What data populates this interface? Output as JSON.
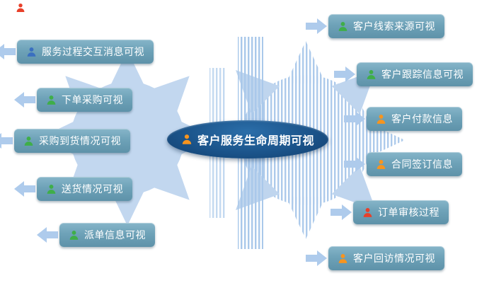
{
  "center": {
    "label": "客户服务生命周期可视",
    "icon": "person-icon",
    "icon_color": "#f7941e"
  },
  "stray_icon": {
    "icon": "person-icon",
    "icon_color": "#e8402a"
  },
  "left": {
    "items": [
      {
        "label": "服务过程交互消息可视",
        "icon": "person-icon",
        "icon_color": "#3a6fc0"
      },
      {
        "label": "下单采购可视",
        "icon": "person-icon",
        "icon_color": "#3fae49"
      },
      {
        "label": "采购到货情况可视",
        "icon": "person-icon",
        "icon_color": "#3fae49"
      },
      {
        "label": "送货情况可视",
        "icon": "person-icon",
        "icon_color": "#3fae49"
      },
      {
        "label": "派单信息可视",
        "icon": "person-icon",
        "icon_color": "#3fae49"
      }
    ]
  },
  "right": {
    "items": [
      {
        "label": "客户线索来源可视",
        "icon": "person-icon",
        "icon_color": "#3fae49"
      },
      {
        "label": "客户跟踪信息可视",
        "icon": "person-icon",
        "icon_color": "#3fae49"
      },
      {
        "label": "客户付款信息",
        "icon": "person-icon",
        "icon_color": "#f7941e"
      },
      {
        "label": "合同签订信息",
        "icon": "person-icon",
        "icon_color": "#f7941e"
      },
      {
        "label": "订单审核过程",
        "icon": "person-icon",
        "icon_color": "#e8402a"
      },
      {
        "label": "客户回访情况可视",
        "icon": "person-icon",
        "icon_color": "#f7941e"
      }
    ]
  },
  "colors": {
    "chip_bg_top": "#86b5c9",
    "chip_bg_bottom": "#5e92a9",
    "center_bg": "#1a5288",
    "decor_solid_blue": "#bcd3ee",
    "decor_stripe_blue": "#a9c8ea",
    "arrow_blue": "#aecbec",
    "text_white": "#ffffff"
  }
}
